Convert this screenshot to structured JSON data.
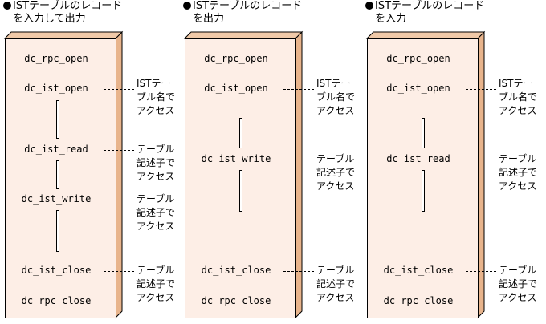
{
  "panels": [
    {
      "heading": [
        "ISTテーブルのレコード",
        "を入力して出力"
      ],
      "functions": [
        "dc_rpc_open",
        "dc_ist_open",
        "dc_ist_read",
        "dc_ist_write",
        "dc_ist_close",
        "dc_rpc_close"
      ],
      "annotations": [
        "ISTテー\nブル名で\nアクセス",
        "テーブル\n記述子で\nアクセス",
        "テーブル\n記述子で\nアクセス",
        "テーブル\n記述子で\nアクセス"
      ]
    },
    {
      "heading": [
        "ISTテーブルのレコード",
        "を出力"
      ],
      "functions": [
        "dc_rpc_open",
        "dc_ist_open",
        "dc_ist_write",
        "dc_ist_close",
        "dc_rpc_close"
      ],
      "annotations": [
        "ISTテー\nブル名で\nアクセス",
        "テーブル\n記述子で\nアクセス",
        "テーブル\n記述子で\nアクセス"
      ]
    },
    {
      "heading": [
        "ISTテーブルのレコード",
        "を入力"
      ],
      "functions": [
        "dc_rpc_open",
        "dc_ist_open",
        "dc_ist_read",
        "dc_ist_close",
        "dc_rpc_close"
      ],
      "annotations": [
        "ISTテー\nブル名で\nアクセス",
        "テーブル\n記述子で\nアクセス",
        "テーブル\n記述子で\nアクセス"
      ]
    }
  ],
  "colors": {
    "box_front": "#fdeee6",
    "box_depth": "#e8b48c",
    "line": "#000000"
  }
}
